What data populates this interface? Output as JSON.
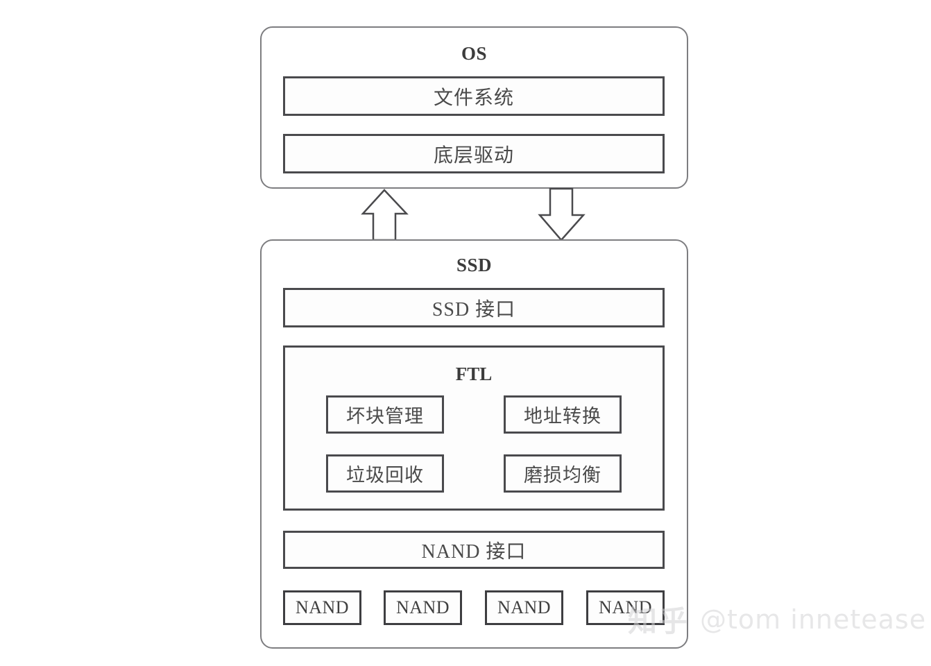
{
  "diagram": {
    "title_os": "OS",
    "title_ssd": "SSD",
    "title_ftl": "FTL",
    "os_layers": [
      {
        "label": "文件系统"
      },
      {
        "label": "底层驱动"
      }
    ],
    "ssd_interface": "SSD 接口",
    "ftl_modules": [
      {
        "label": "坏块管理"
      },
      {
        "label": "地址转换"
      },
      {
        "label": "垃圾回收"
      },
      {
        "label": "磨损均衡"
      }
    ],
    "nand_interface": "NAND 接口",
    "nand_chips": [
      {
        "label": "NAND"
      },
      {
        "label": "NAND"
      },
      {
        "label": "NAND"
      },
      {
        "label": "NAND"
      }
    ],
    "arrows": [
      {
        "name": "arrow-up",
        "direction": "up"
      },
      {
        "name": "arrow-down",
        "direction": "down"
      }
    ],
    "colors": {
      "outline": "#7d7d80",
      "inner_outline": "#4a4a4d",
      "text": "#3c3c3c",
      "background": "#ffffff",
      "watermark": "#d4d4d6"
    }
  },
  "watermark": {
    "logo": "知乎",
    "handle": "@tom innetease"
  }
}
